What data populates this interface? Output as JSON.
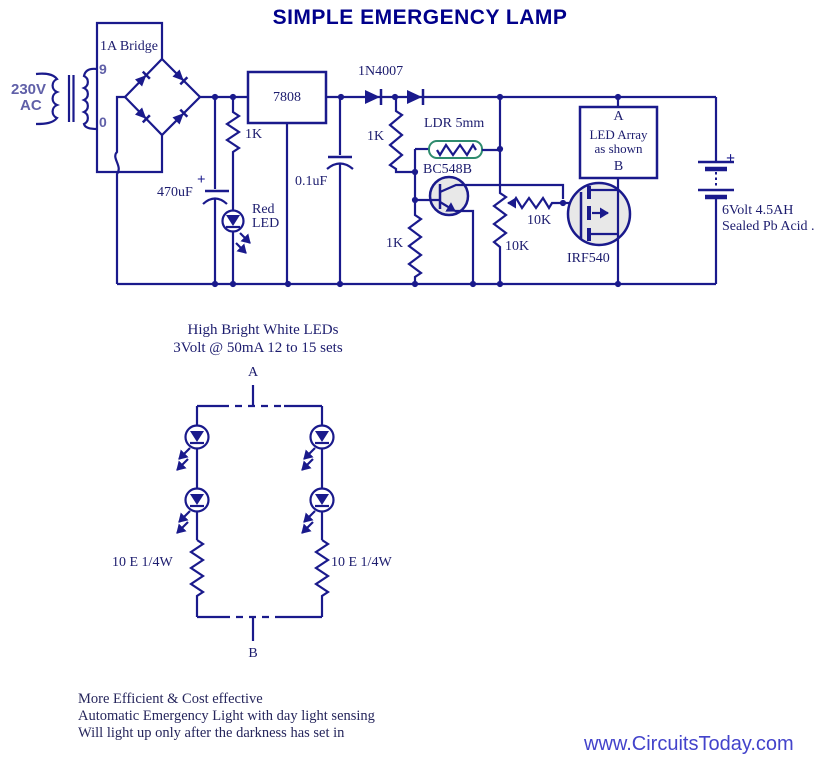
{
  "title": "SIMPLE EMERGENCY LAMP",
  "website": "www.CircuitsToday.com",
  "colors": {
    "circuit_line": "#1a1a8c",
    "title_text": "#00008b",
    "website_link": "#4343cb",
    "ldr_outline": "#2e8b6e",
    "label_text": "#1c1c6e",
    "muted_label_text": "#6060a8",
    "component_body_fill": "#e8e8e8"
  },
  "schematic": {
    "mains": {
      "voltage": "230V",
      "type": "AC"
    },
    "bridge": {
      "label": "1A Bridge",
      "tap_top": "9",
      "tap_bottom": "0"
    },
    "regulator": "7808",
    "filter_cap": "470uF",
    "filter_cap_polarity": "+",
    "led_resistor": "1K",
    "indicator_led": {
      "line1": "Red",
      "line2": "LED"
    },
    "decoupling_cap": "0.1uF",
    "diodes": "1N4007",
    "divider_resistor_top": "1K",
    "ldr": "LDR 5mm",
    "transistor": "BC548B",
    "divider_resistor_bottom": "1K",
    "gate_resistor": "10K",
    "preset": "10K",
    "mosfet": "IRF540",
    "led_array_box": {
      "top": "A",
      "line1": "LED Array",
      "line2": "as shown",
      "bottom": "B"
    },
    "battery": {
      "polarity": "+",
      "line1": "6Volt 4.5AH",
      "line2": "Sealed Pb Acid ."
    }
  },
  "led_array": {
    "heading1": "High Bright White LEDs",
    "heading2": "3Volt @ 50mA  12 to 15 sets",
    "terminal_top": "A",
    "terminal_bottom": "B",
    "resistor_left": "10 E 1/4W",
    "resistor_right": "10 E 1/4W"
  },
  "notes": {
    "line1": "More Efficient & Cost effective",
    "line2": "Automatic Emergency Light with day light sensing",
    "line3": "Will light up only after the darkness has set in"
  }
}
